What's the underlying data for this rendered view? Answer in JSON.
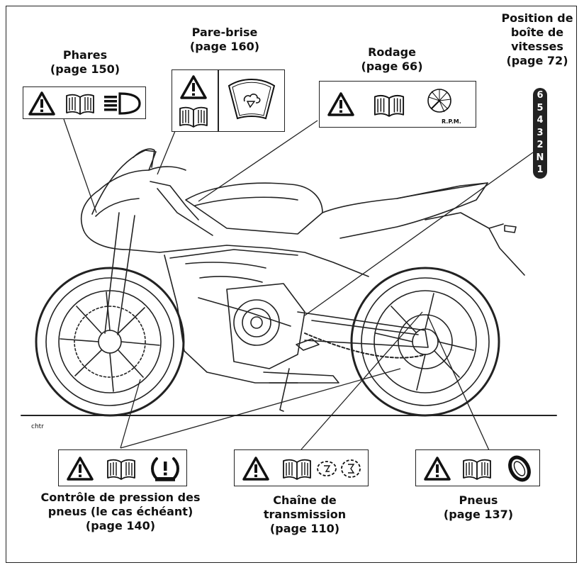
{
  "labels": {
    "phares": {
      "title": "Phares",
      "page": "(page 150)"
    },
    "pare_brise": {
      "title": "Pare-brise",
      "page": "(page 160)"
    },
    "rodage": {
      "title": "Rodage",
      "page": "(page 66)"
    },
    "position": {
      "line1": "Position de",
      "line2": "boîte de",
      "line3": "vitesses",
      "page": "(page 72)"
    },
    "pression": {
      "line1": "Contrôle de pression des",
      "line2": "pneus (le cas échéant)",
      "page": "(page 140)"
    },
    "chaine": {
      "line1": "Chaîne de",
      "line2": "transmission",
      "page": "(page 110)"
    },
    "pneus": {
      "title": "Pneus",
      "page": "(page 137)"
    }
  },
  "rpm_caption": "R.P.M.",
  "gears": [
    "6",
    "5",
    "4",
    "3",
    "2",
    "N",
    "1"
  ],
  "figure_code": "chtr",
  "icons": {
    "warning": "warning-triangle-icon",
    "manual": "open-book-icon",
    "headlight": "headlight-icon",
    "windscreen": "windscreen-icon",
    "tachometer": "tachometer-icon",
    "tpms": "tire-pressure-icon",
    "chain": "chain-icon",
    "tyre": "tyre-icon"
  }
}
